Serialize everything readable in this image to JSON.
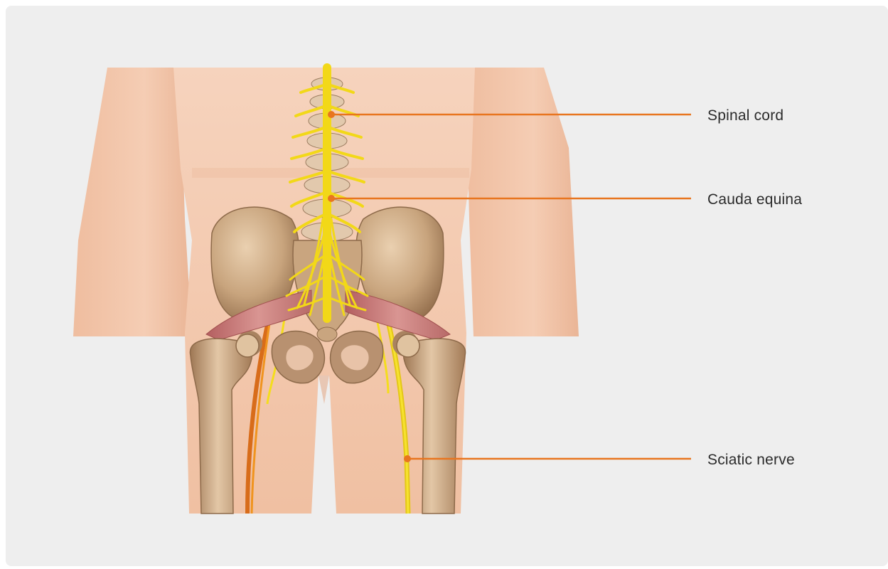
{
  "diagram": {
    "labels": {
      "spinal_cord": "Spinal cord",
      "cauda_equina": "Cauda equina",
      "sciatic_nerve": "Sciatic nerve"
    },
    "colors": {
      "background": "#eeeeee",
      "skin": "#f3c7ac",
      "skin_light": "#f8dccb",
      "bone": "#c9a57f",
      "bone_shadow": "#a98360",
      "nerve": "#f4dd1c",
      "muscle": "#c97a78",
      "artery": "#e07b1f",
      "leader_line": "#e8751f"
    }
  }
}
